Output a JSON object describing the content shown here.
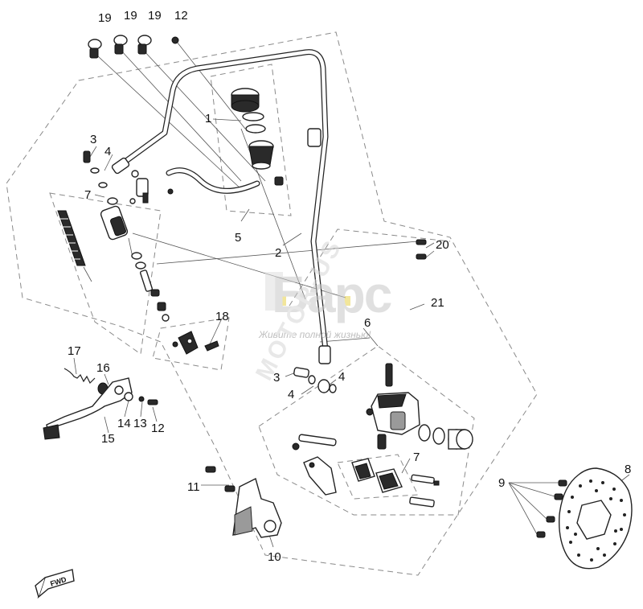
{
  "callouts": {
    "c1": "1",
    "c2": "2",
    "c3a": "3",
    "c3b": "3",
    "c4a": "4",
    "c4b": "4",
    "c4c": "4",
    "c5": "5",
    "c6": "6",
    "c7a": "7",
    "c7b": "7",
    "c8": "8",
    "c9": "9",
    "c10": "10",
    "c11": "11",
    "c12a": "12",
    "c12b": "12",
    "c13": "13",
    "c14": "14",
    "c15": "15",
    "c16": "16",
    "c17": "17",
    "c18": "18",
    "c19a": "19",
    "c19b": "19",
    "c19c": "19",
    "c20": "20",
    "c21": "21"
  },
  "watermark": {
    "brand": "Барс",
    "slogan": "Живите полной жизнью!",
    "side_text": "MOTOR-US"
  },
  "direction_marker": "FWD",
  "colors": {
    "outline": "#222222",
    "dashed_group": "#8a8a8a",
    "watermark": "#c8c8c8",
    "watermark_accent": "#e8d24a"
  }
}
